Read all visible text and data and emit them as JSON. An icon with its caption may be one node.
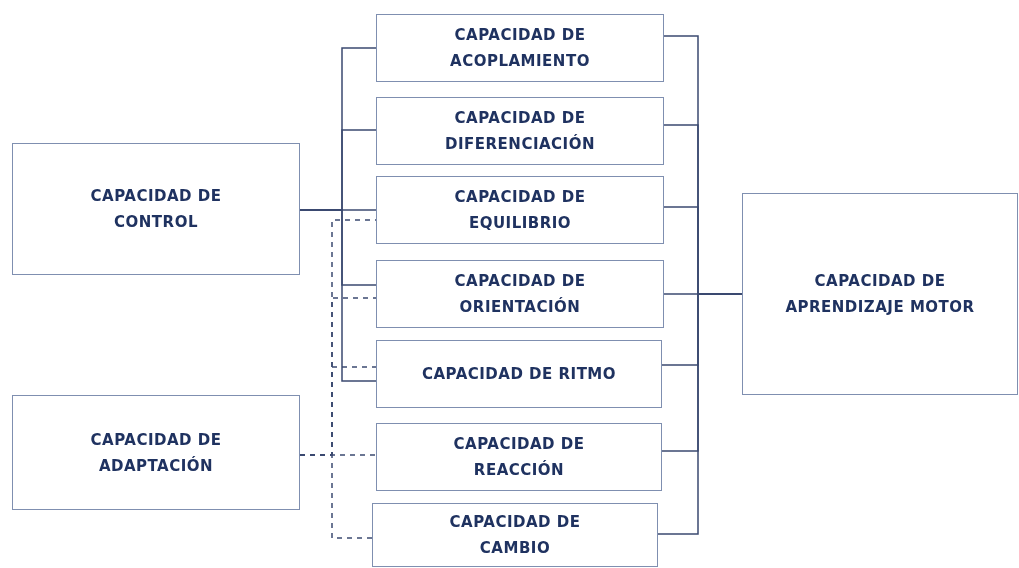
{
  "diagram": {
    "nodes": [
      {
        "text": [
          "CAPACIDAD DE CONTROL"
        ]
      },
      {
        "text": [
          "CAPACIDAD DE ADAPTACIÓN"
        ]
      },
      {
        "text": [
          "CAPACIDAD DE ACOPLAMIENTO"
        ]
      },
      {
        "text": [
          "CAPACIDAD DE DIFERENCIACIÓN"
        ]
      },
      {
        "text": [
          "CAPACIDAD DE EQUILIBRIO"
        ]
      },
      {
        "text": [
          "CAPACIDAD DE ORIENTACIÓN"
        ]
      },
      {
        "text": [
          "CAPACIDAD DE RITMO"
        ]
      },
      {
        "text": [
          "CAPACIDAD DE REACCIÓN"
        ]
      },
      {
        "text": [
          "CAPACIDAD DE CAMBIO"
        ]
      },
      {
        "text": [
          "CAPACIDAD DE APRENDIZAJE MOTOR"
        ]
      }
    ],
    "edges": [
      {
        "from": 0,
        "to": 2,
        "arrow": "none"
      },
      {
        "from": 0,
        "to": 3,
        "arrow": "none"
      },
      {
        "from": 0,
        "to": 4,
        "arrow": "none"
      },
      {
        "from": 0,
        "to": 5,
        "arrow": "none"
      },
      {
        "from": 0,
        "to": 6,
        "arrow": "none"
      },
      {
        "from": 1,
        "to": 4,
        "arrow": "none",
        "style": "dashed"
      },
      {
        "from": 1,
        "to": 5,
        "arrow": "none",
        "style": "dashed"
      },
      {
        "from": 1,
        "to": 6,
        "arrow": "none",
        "style": "dashed"
      },
      {
        "from": 1,
        "to": 7,
        "arrow": "none",
        "style": "dashed"
      },
      {
        "from": 1,
        "to": 8,
        "arrow": "none",
        "style": "dashed"
      },
      {
        "from": 2,
        "to": 9,
        "arrow": "none"
      },
      {
        "from": 3,
        "to": 9,
        "arrow": "none"
      },
      {
        "from": 4,
        "to": 9,
        "arrow": "none"
      },
      {
        "from": 5,
        "to": 9,
        "arrow": "none"
      },
      {
        "from": 6,
        "to": 9,
        "arrow": "none"
      },
      {
        "from": 7,
        "to": 9,
        "arrow": "none"
      },
      {
        "from": 8,
        "to": 9,
        "arrow": "none"
      }
    ]
  }
}
